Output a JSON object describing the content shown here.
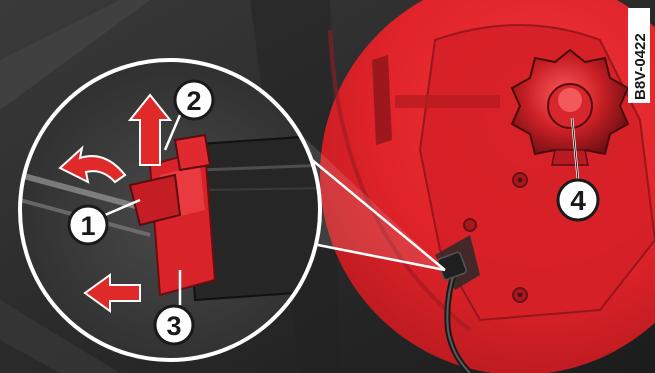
{
  "image_code": "B8V-0422",
  "callouts": [
    {
      "label": "1",
      "meaning": "release-lever"
    },
    {
      "label": "2",
      "meaning": "pull-up"
    },
    {
      "label": "3",
      "meaning": "connector-housing"
    },
    {
      "label": "4",
      "meaning": "retaining-knob"
    }
  ],
  "colors": {
    "background": "#2b2b2b",
    "highlight_red": "#e5242b",
    "dark_red": "#9b1a1f",
    "arrow_red": "#e02a2a",
    "callout_fill": "#ffffff",
    "callout_stroke": "#1a1a1a"
  }
}
